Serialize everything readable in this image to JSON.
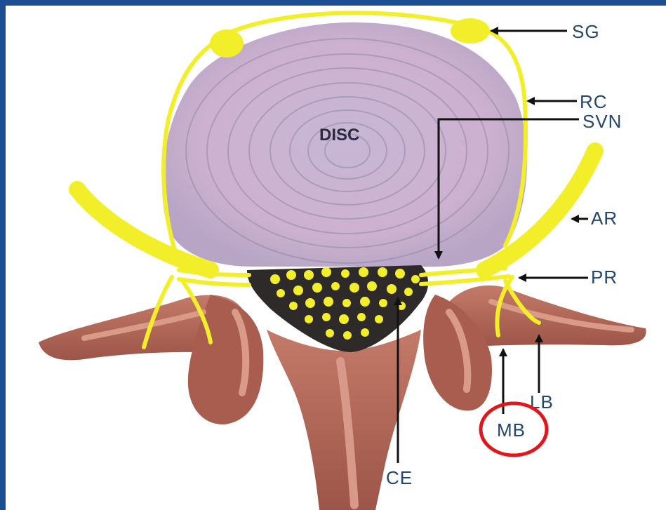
{
  "figure": {
    "disc_label": "DISC",
    "labels": {
      "sg": "SG",
      "rc": "RC",
      "svn": "SVN",
      "ar": "AR",
      "pr": "PR",
      "lb": "LB",
      "mb": "MB",
      "ce": "CE"
    },
    "highlighted_label": "MB",
    "colors": {
      "frame_blue": "#1d4e93",
      "nerve_yellow": "#f3ee2a",
      "disc_pink": "#cdb4d0",
      "bone": "#b86a5c",
      "canal_dark": "#2f2a2a",
      "highlight_circle": "#e2141c",
      "label_text": "#23466f"
    }
  }
}
